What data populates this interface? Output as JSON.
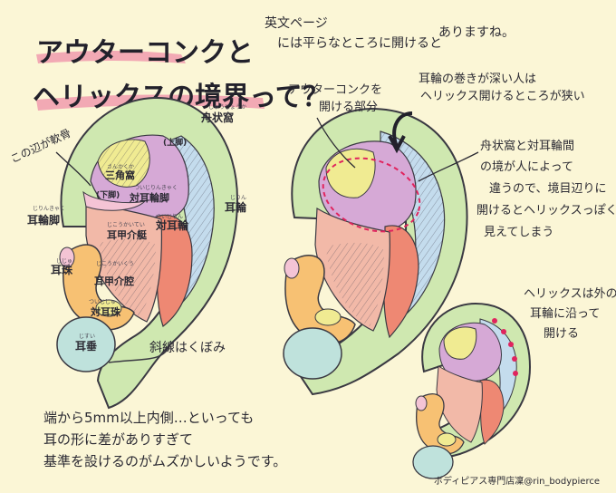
{
  "title": {
    "line1": "アウターコンクと",
    "line2": "ヘリックスの境界って？"
  },
  "notes": {
    "top_right": [
      "英文ページ",
      "には平らなところに開けると",
      "ありますね。"
    ],
    "outer_conch_label": [
      "アウターコンクを",
      "開ける部分"
    ],
    "deep_roll_note": [
      "耳輪の巻きが深い人は",
      "ヘリックス開けるところが狭い"
    ],
    "root_note": "この辺が軟骨",
    "boundary_note": [
      "舟状窩と対耳輪間",
      "の境が人によって",
      "違うので、境目辺りに",
      "開けるとヘリックスっぽく",
      "見えてしまう"
    ],
    "helix_note": [
      "ヘリックスは外の",
      "耳輪に沿って",
      "開ける"
    ],
    "hatch_note": "斜線はくぼみ",
    "bottom_note": [
      "端から5mm以上内側…といっても",
      "耳の形に差がありすぎて",
      "基準を設けるのがムズかしいようです。"
    ]
  },
  "ear_labels": [
    {
      "id": "shujo",
      "ruby": "しゅうじょうか",
      "text": "舟状窩"
    },
    {
      "id": "upper",
      "ruby": "",
      "text": "(上脚)"
    },
    {
      "id": "sankaku",
      "ruby": "さんかくか",
      "text": "三角窩"
    },
    {
      "id": "taijirinkyaku",
      "ruby": "ついじりんきゃく",
      "text": "対耳輪脚"
    },
    {
      "id": "lower",
      "ruby": "",
      "text": "(下脚)"
    },
    {
      "id": "jirinkyaku",
      "ruby": "じりんきゃく",
      "text": "耳輪脚"
    },
    {
      "id": "jirin",
      "ruby": "じりん",
      "text": "耳輪"
    },
    {
      "id": "koukai_upper",
      "ruby": "じこうかいてい",
      "text": "耳甲介艇"
    },
    {
      "id": "taijirin",
      "ruby": "ついじりん",
      "text": "対耳輪"
    },
    {
      "id": "jiju",
      "ruby": "じじゅ",
      "text": "耳珠"
    },
    {
      "id": "koukai_lower",
      "ruby": "じこうかいくう",
      "text": "耳甲介腔"
    },
    {
      "id": "taijiju",
      "ruby": "ついじじゅ",
      "text": "対耳珠"
    },
    {
      "id": "jisui",
      "ruby": "じすい",
      "text": "耳垂"
    }
  ],
  "credit": "ボディピアス専門店凜@rin_bodypierce",
  "colors": {
    "background": "#fbf6d6",
    "outline": "#3a3942",
    "helix_green": "#cfe8b0",
    "scapha_blue": "#c4dced",
    "fossa_yellow": "#f0eb92",
    "antihelix_pink": "#d6a9d6",
    "concha_salmon": "#f2b9a8",
    "antihelix_red": "#ee8873",
    "tragus_orange": "#f7c173",
    "crus_pink": "#f4c4d5",
    "lobe_teal": "#bfe2dc",
    "title_highlight": "#ef8fa8",
    "piercing_dots": "#e0245e"
  }
}
